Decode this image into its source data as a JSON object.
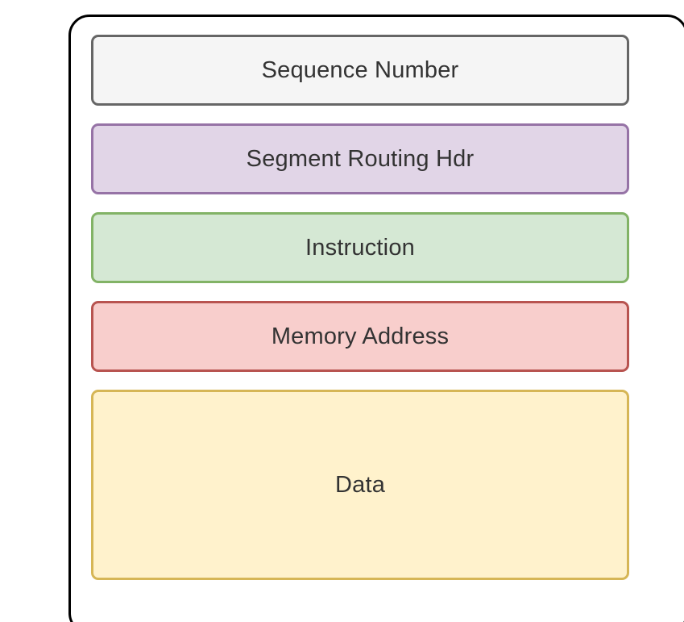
{
  "diagram": {
    "kind": "packet-structure-stack",
    "background": "#ffffff",
    "outer_frame": {
      "border_color": "#000000",
      "fill": "#ffffff"
    },
    "text_color": "#333333",
    "boxes": [
      {
        "label": "Sequence Number",
        "fill": "#f5f5f5",
        "border": "#666666",
        "size": "normal"
      },
      {
        "label": "Segment Routing Hdr",
        "fill": "#e1d5e7",
        "border": "#9673a6",
        "size": "normal"
      },
      {
        "label": "Instruction",
        "fill": "#d5e8d4",
        "border": "#82b366",
        "size": "normal"
      },
      {
        "label": "Memory Address",
        "fill": "#f8cecc",
        "border": "#b85450",
        "size": "normal"
      },
      {
        "label": "Data",
        "fill": "#fff2cc",
        "border": "#d6b656",
        "size": "tall"
      }
    ]
  }
}
